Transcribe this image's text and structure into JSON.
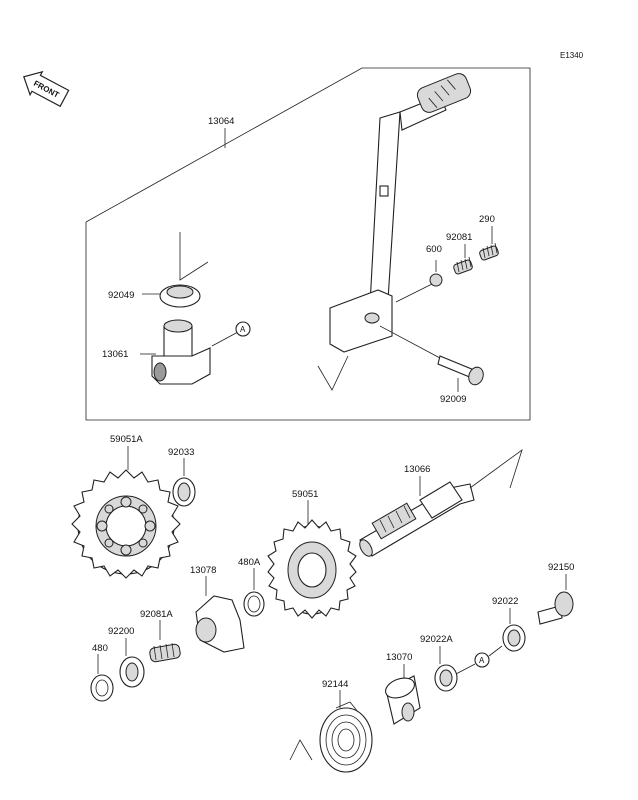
{
  "diagram_code": "E1340",
  "front_label": "FRONT",
  "ref_marker": "A",
  "labels": {
    "kick_pedal_assy": "13064",
    "oil_seal": "92049",
    "kick_shaft_holder": "13061",
    "ball": "600",
    "spring_92081": "92081",
    "spring_290": "290",
    "bolt_92009": "92009",
    "gear_59051a": "59051A",
    "washer_92033": "92033",
    "kick_shaft": "13066",
    "gear_59051": "59051",
    "ratchet_13078": "13078",
    "circlip_480a": "480A",
    "bolt_92150": "92150",
    "spring_92081a": "92081A",
    "washer_92200": "92200",
    "washer_92022": "92022",
    "circlip_480": "480",
    "washer_92022a": "92022A",
    "collar_13070": "13070",
    "spring_92144": "92144"
  }
}
